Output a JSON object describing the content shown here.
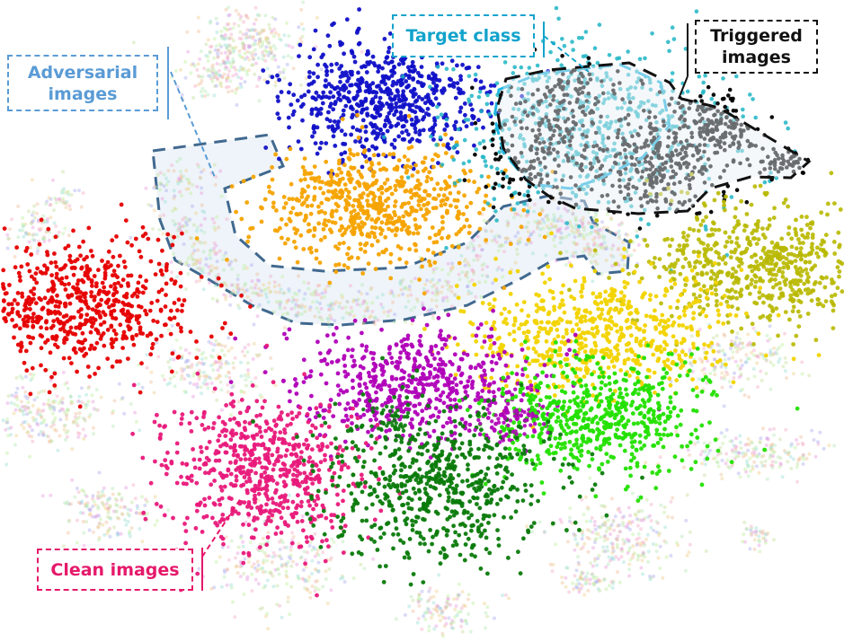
{
  "labels": {
    "adversarial_line1": "Adversarial",
    "adversarial_line2": "images",
    "target": "Target class",
    "triggered_line1": "Triggered",
    "triggered_line2": "images",
    "clean": "Clean images"
  },
  "colors": {
    "adversarial": "#5a9bd5",
    "target": "#12a3cc",
    "triggered": "#111111",
    "clean": "#e5196a",
    "region_fill": "#e8f0f7",
    "region_stroke": "#41698f"
  },
  "clusters": [
    {
      "name": "blue",
      "color": "#1010c8"
    },
    {
      "name": "orange",
      "color": "#f5a300"
    },
    {
      "name": "teal-target",
      "color": "#1fb5c4"
    },
    {
      "name": "black-triggered",
      "color": "#000000"
    },
    {
      "name": "red",
      "color": "#e60000"
    },
    {
      "name": "olive",
      "color": "#b8b800"
    },
    {
      "name": "gold",
      "color": "#f2d300"
    },
    {
      "name": "purple",
      "color": "#b000b8"
    },
    {
      "name": "lime",
      "color": "#22e000"
    },
    {
      "name": "pink",
      "color": "#e8197a"
    },
    {
      "name": "darkgreen",
      "color": "#0a7a0a"
    },
    {
      "name": "faded-mix",
      "color": "#c8a0c8"
    }
  ]
}
